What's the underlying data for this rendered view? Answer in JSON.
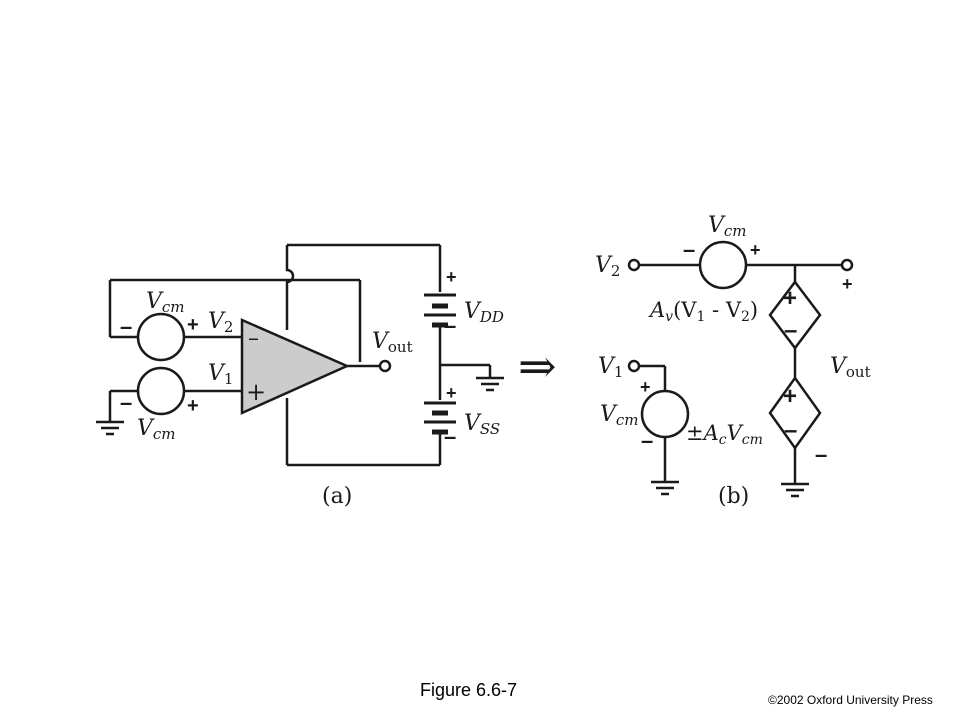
{
  "colors": {
    "ink": "#1a1a1a",
    "opamp_fill": "#cccccc"
  },
  "caption": "Figure 6.6-7",
  "copyright": "©2002  Oxford University Press",
  "arrow_glyph": "⇒",
  "panel_a": {
    "label": "(a)",
    "vcm_top": {
      "v": "V",
      "sub": "cm"
    },
    "vcm_bottom": {
      "v": "V",
      "sub": "cm"
    },
    "v2": {
      "v": "V",
      "sub": "2"
    },
    "v1": {
      "v": "V",
      "sub": "1"
    },
    "vout": {
      "v": "V",
      "sub": "out"
    },
    "vdd": {
      "v": "V",
      "sub": "DD"
    },
    "vss": {
      "v": "V",
      "sub": "SS"
    },
    "plus": "+",
    "minus": "–",
    "opamp_minus": "–",
    "opamp_plus": "+"
  },
  "panel_b": {
    "label": "(b)",
    "vcm_top": {
      "v": "V",
      "sub": "cm"
    },
    "vcm_left": {
      "v": "V",
      "sub": "cm"
    },
    "v2": {
      "v": "V",
      "sub": "2"
    },
    "v1": {
      "v": "V",
      "sub": "1"
    },
    "vout": {
      "v": "V",
      "sub": "out"
    },
    "av": {
      "a": "A",
      "asub": "v",
      "open": "(V",
      "s1": "1",
      "mid": " - V",
      "s2": "2",
      "close": ")"
    },
    "ac": {
      "pm": "±",
      "a": "A",
      "asub": "c",
      "v": "V",
      "vsub": "cm"
    },
    "plus": "+",
    "minus": "–"
  }
}
